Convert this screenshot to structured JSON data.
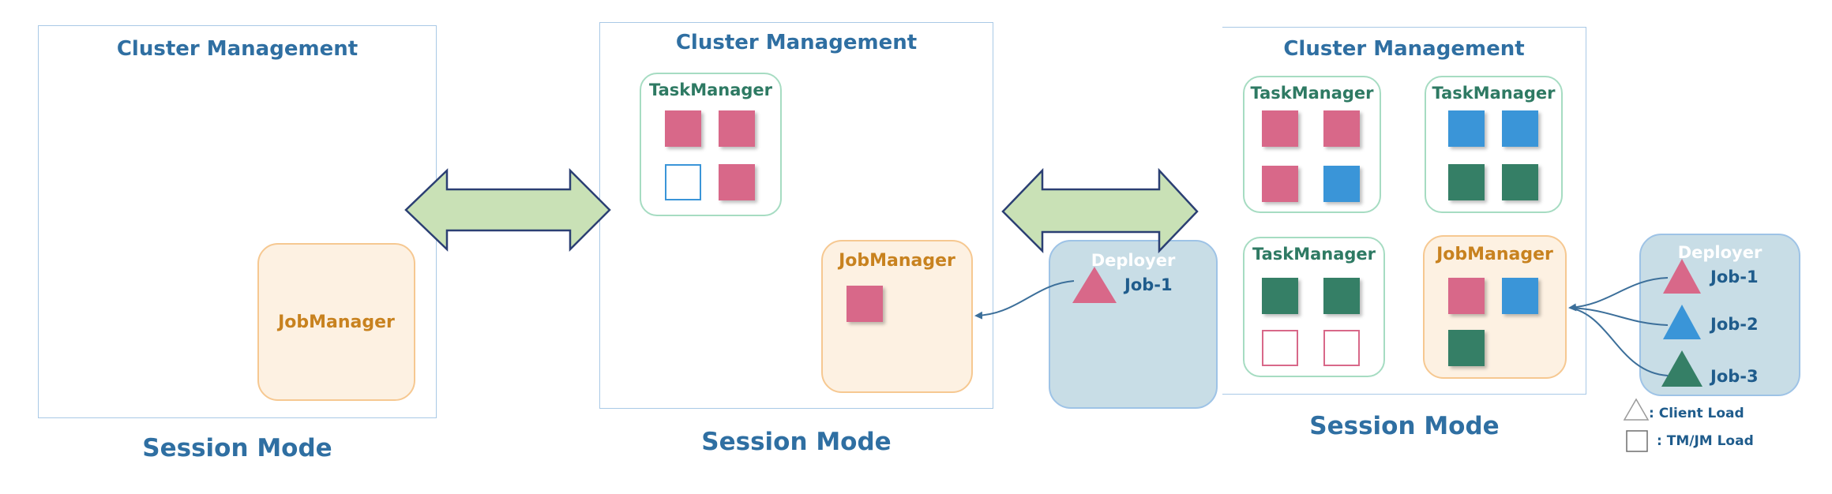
{
  "diagram": {
    "panels": [
      {
        "title": "Cluster Management",
        "mode_label": "Session Mode",
        "jobmanager_label": "JobManager"
      },
      {
        "title": "Cluster Management",
        "mode_label": "Session Mode",
        "taskmanager_label": "TaskManager",
        "jobmanager_label": "JobManager",
        "deployer_label": "Deployer",
        "jobs": [
          "Job-1"
        ]
      },
      {
        "title": "Cluster Management",
        "mode_label": "Session Mode",
        "taskmanager_labels": [
          "TaskManager",
          "TaskManager",
          "TaskManager"
        ],
        "jobmanager_label": "JobManager",
        "deployer_label": "Deployer",
        "jobs": [
          "Job-1",
          "Job-2",
          "Job-3"
        ]
      }
    ],
    "legend": {
      "client_load": ": Client Load",
      "tm_jm_load": ": TM/JM Load"
    },
    "colors": {
      "pink": "#d86889",
      "blue": "#3a95d8",
      "green": "#357f66",
      "arrow_fill": "#c9e1b6",
      "arrow_stroke": "#2b3f73",
      "title_blue": "#2f6fa2",
      "jm_orange": "#c8821f",
      "tm_green": "#2e7a63"
    }
  }
}
